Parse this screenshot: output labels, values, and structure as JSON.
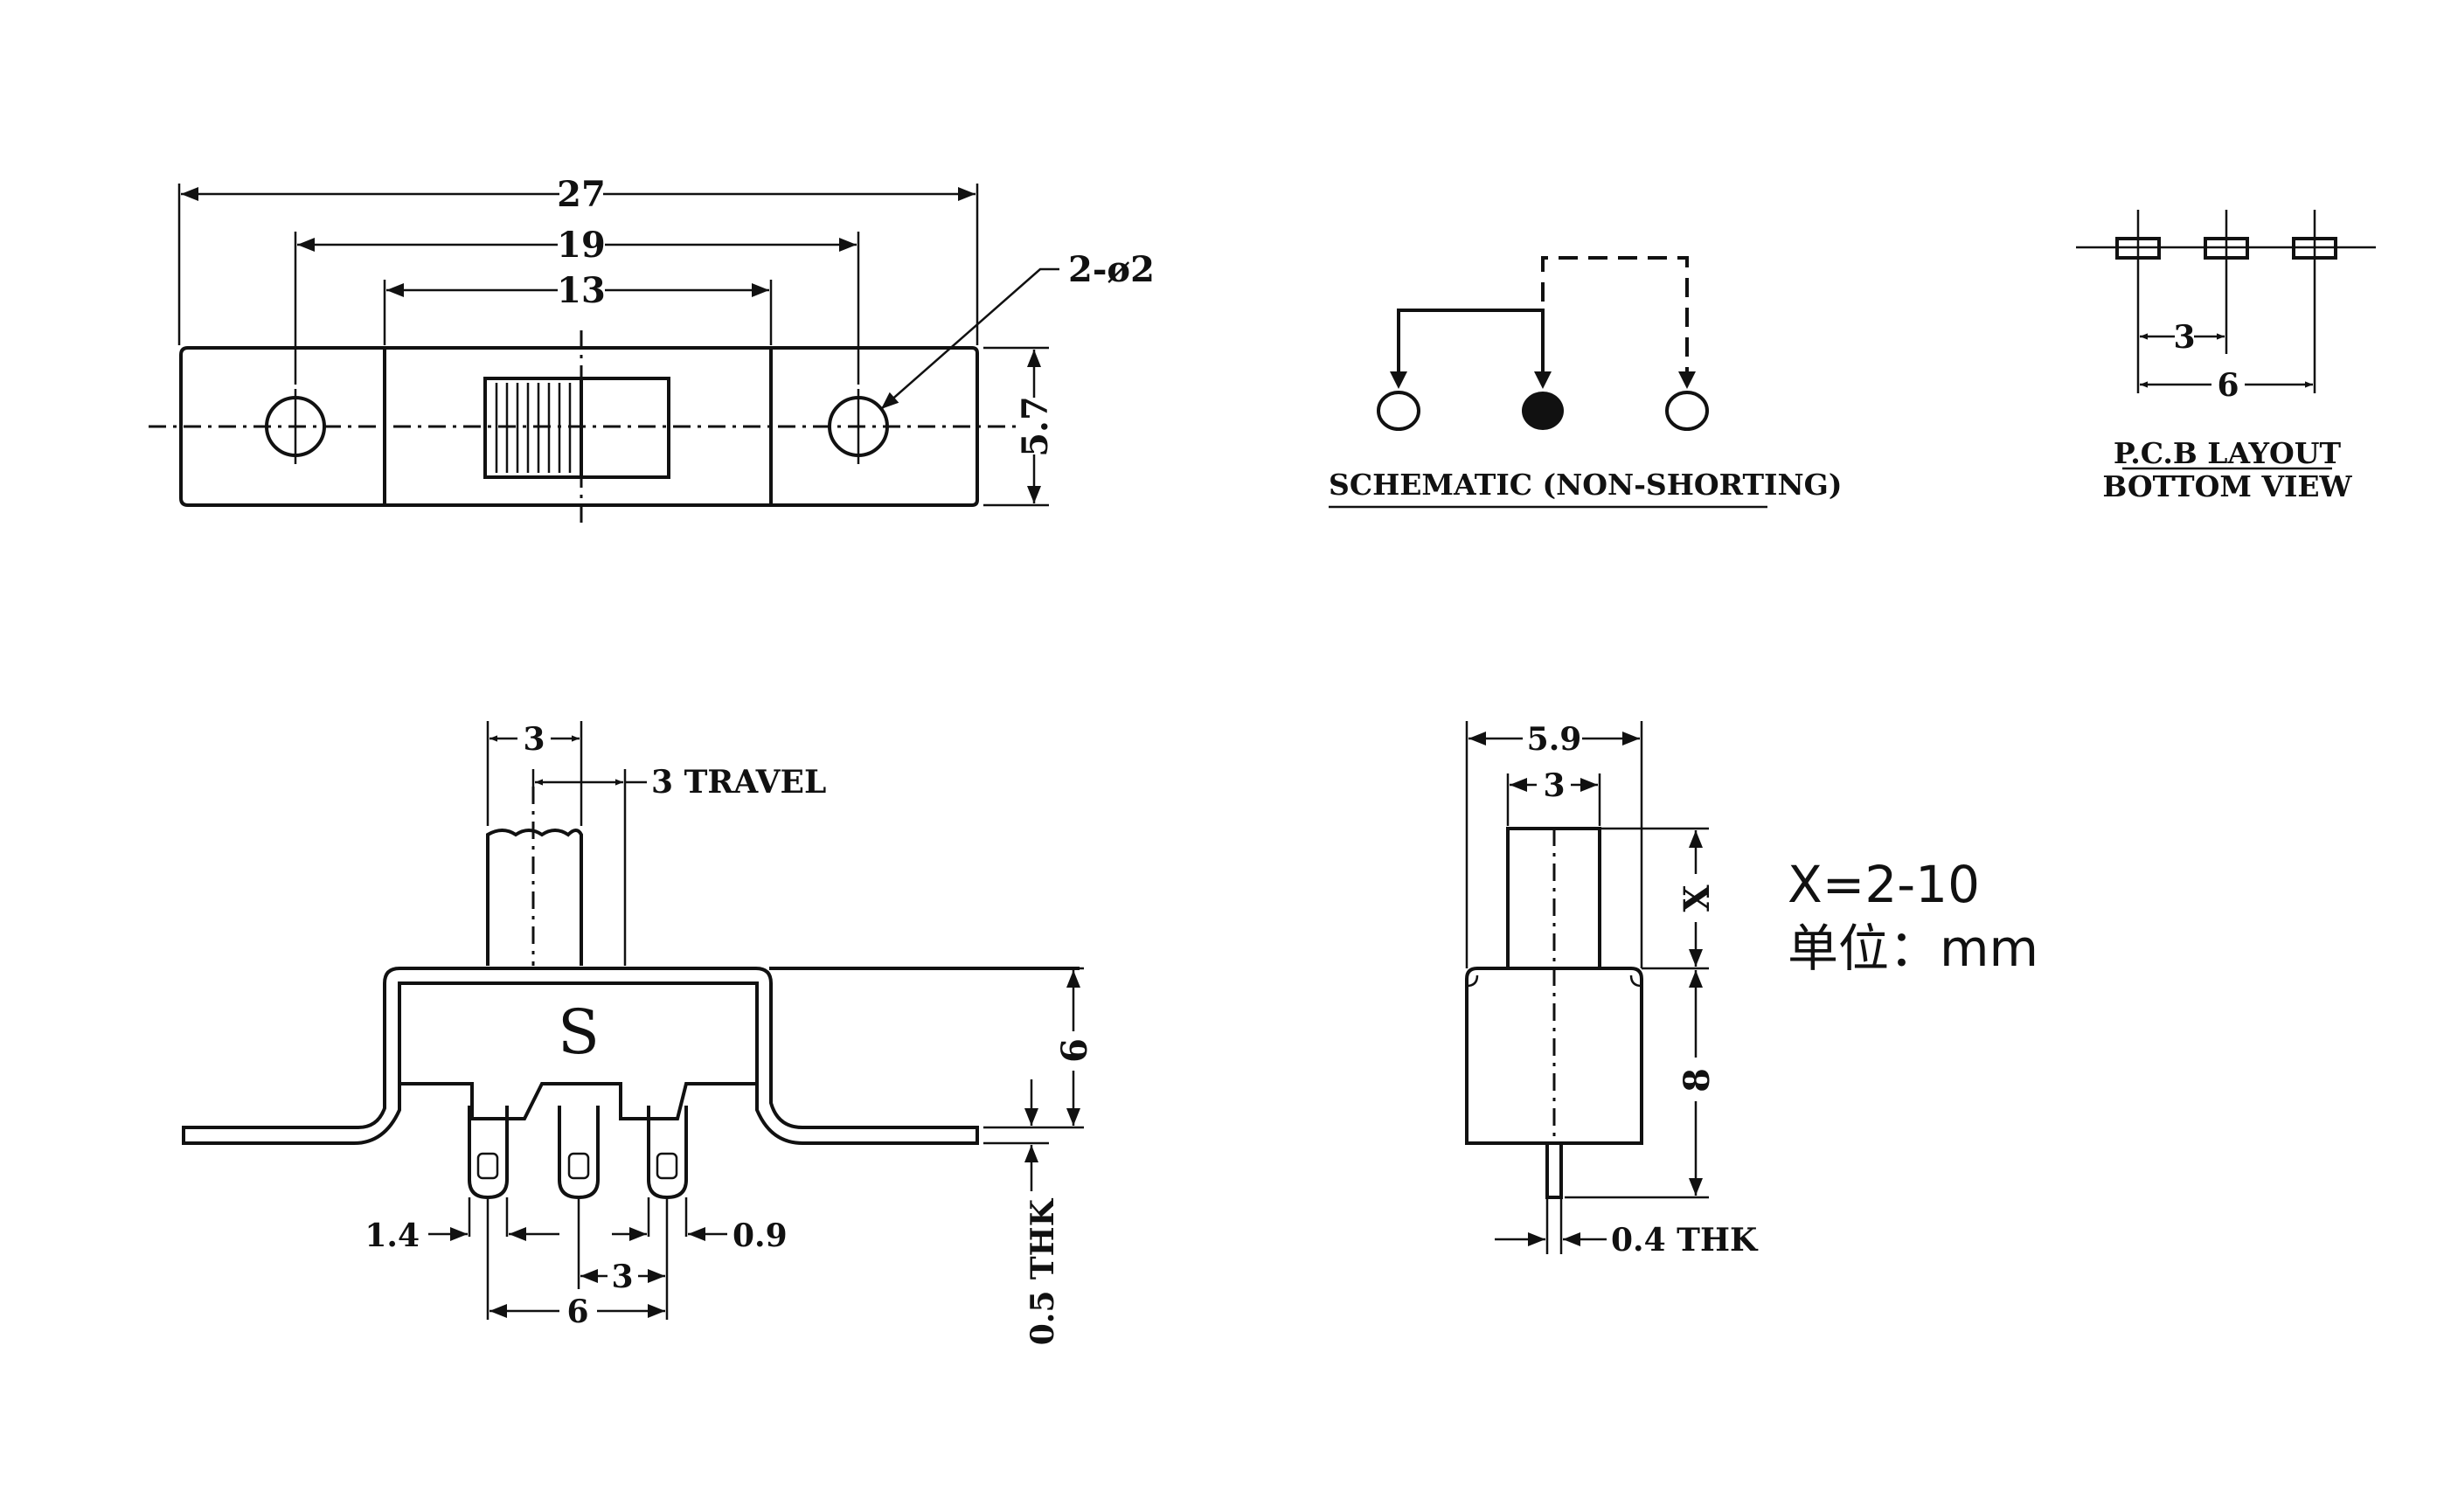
{
  "top_view": {
    "dim_overall": "27",
    "dim_mount": "19",
    "dim_body": "13",
    "dim_height": "5.7",
    "hole_callout": "2-ø2"
  },
  "schematic": {
    "caption": "SCHEMATIC (NON-SHORTING)"
  },
  "pcb_layout": {
    "dim_pitch": "3",
    "dim_span": "6",
    "caption_line1": "P.C.B LAYOUT",
    "caption_line2": "BOTTOM VIEW"
  },
  "front_view": {
    "dim_knob": "3",
    "travel_label": "3 TRAVEL",
    "body_mark": "S",
    "dim_body_height": "6",
    "dim_pin_width": "1.4",
    "dim_pin_gap": "0.9",
    "dim_pin_pitch": "3",
    "dim_pin_span": "6",
    "plate_thickness": "0.5 THK"
  },
  "side_view": {
    "dim_width": "5.9",
    "dim_knob": "3",
    "dim_knob_height": "X",
    "dim_body_height": "8",
    "pin_thickness": "0.4 THK"
  },
  "notes": {
    "x_range": "X=2-10",
    "unit": "单位：mm"
  }
}
